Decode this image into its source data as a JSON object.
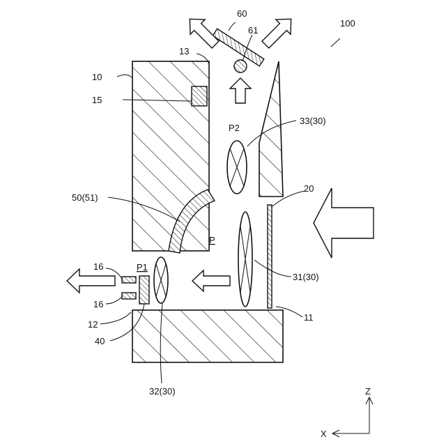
{
  "labels": {
    "fig": "100",
    "shutter": "60",
    "axis_pin": "61",
    "edge_13": "13",
    "body_10": "10",
    "part_15": "15",
    "lens_33": "33(30)",
    "pos_p2": "P2",
    "window_20": "20",
    "cam_50": "50(51)",
    "pos_p": "P",
    "lens_31": "31(30)",
    "part_16a": "16",
    "pos_p1": "P1",
    "part_16b": "16",
    "part_12": "12",
    "base_11": "11",
    "part_40": "40",
    "lens_32": "32(30)"
  },
  "axes": {
    "z": "Z",
    "x": "X"
  }
}
